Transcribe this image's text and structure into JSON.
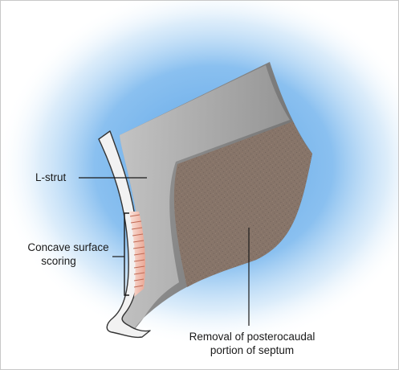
{
  "labels": {
    "l_strut": "L-strut",
    "concave_line1": "Concave surface",
    "concave_line2": "scoring",
    "removal_line1": "Removal of posterocaudal",
    "removal_line2": "portion of septum"
  },
  "colors": {
    "background_glow": "#6fb0e8",
    "septum_gray": "#8a8a8a",
    "septum_dark": "#6e6e6e",
    "cartilage_edge": "#e8e8e8",
    "removal_region": "#8e7a6e",
    "scoring_pink": "#f0b8a8"
  }
}
